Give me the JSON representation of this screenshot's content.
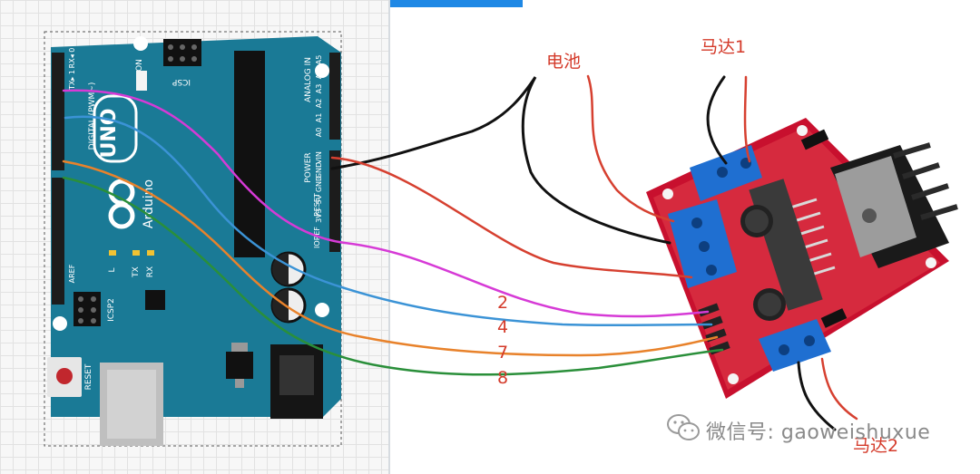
{
  "labels": {
    "battery": "电池",
    "motor1": "马达1",
    "motor2": "马达2",
    "pins": [
      "2",
      "4",
      "7",
      "8"
    ]
  },
  "watermark": {
    "text": "微信号: gaoweishuxue",
    "icon": "wechat-icon"
  },
  "board": {
    "brand_logo": "UNO",
    "brand_name": "Arduino",
    "digital_header": "DIGITAL (PWM~)",
    "power_header": "POWER",
    "analog_header": "ANALOG IN",
    "icsp_top": "ICSP",
    "icsp2": "ICSP2",
    "reset": "RESET",
    "on": "ON",
    "led_l": "L",
    "tx": "TX",
    "rx": "RX",
    "aref": "AREF",
    "tx_arrow": "TX▸ 1",
    "rx_arrow": "RX◂ 0",
    "ioref": "IOREF",
    "reset_pin": "RESET",
    "power_pins": [
      "VIN",
      "GND",
      "GND",
      "5V",
      "3V3"
    ],
    "analog_pins": [
      "A5",
      "A4",
      "A3",
      "A2",
      "A1",
      "A0"
    ]
  },
  "colors": {
    "board_blue": "#1a7a96",
    "driver_red": "#c8102e",
    "terminal_blue": "#1f6fd1",
    "wire_pin2": "#d63ad6",
    "wire_pin4": "#3b93d6",
    "wire_pin7": "#e8822b",
    "wire_pin8": "#2a8f3a",
    "wire_red": "#d64030",
    "wire_black": "#111111",
    "label_red": "#d43a2a"
  }
}
